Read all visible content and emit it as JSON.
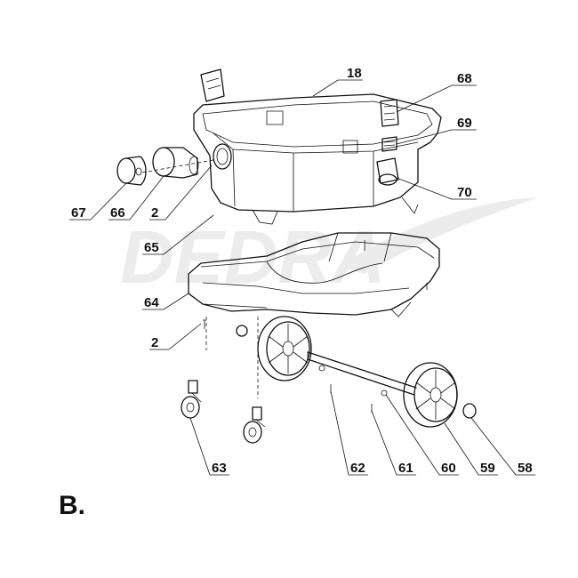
{
  "figure_label": "B.",
  "watermark": "DEDRA",
  "callouts": [
    {
      "id": "label-18",
      "text": "18"
    },
    {
      "id": "label-68",
      "text": "68"
    },
    {
      "id": "label-69",
      "text": "69"
    },
    {
      "id": "label-70",
      "text": "70"
    },
    {
      "id": "label-67",
      "text": "67"
    },
    {
      "id": "label-66",
      "text": "66"
    },
    {
      "id": "label-2-top",
      "text": "2"
    },
    {
      "id": "label-65",
      "text": "65"
    },
    {
      "id": "label-64",
      "text": "64"
    },
    {
      "id": "label-2-bottom",
      "text": "2"
    },
    {
      "id": "label-63",
      "text": "63"
    },
    {
      "id": "label-62",
      "text": "62"
    },
    {
      "id": "label-61",
      "text": "61"
    },
    {
      "id": "label-60",
      "text": "60"
    },
    {
      "id": "label-59",
      "text": "59"
    },
    {
      "id": "label-58",
      "text": "58"
    }
  ]
}
